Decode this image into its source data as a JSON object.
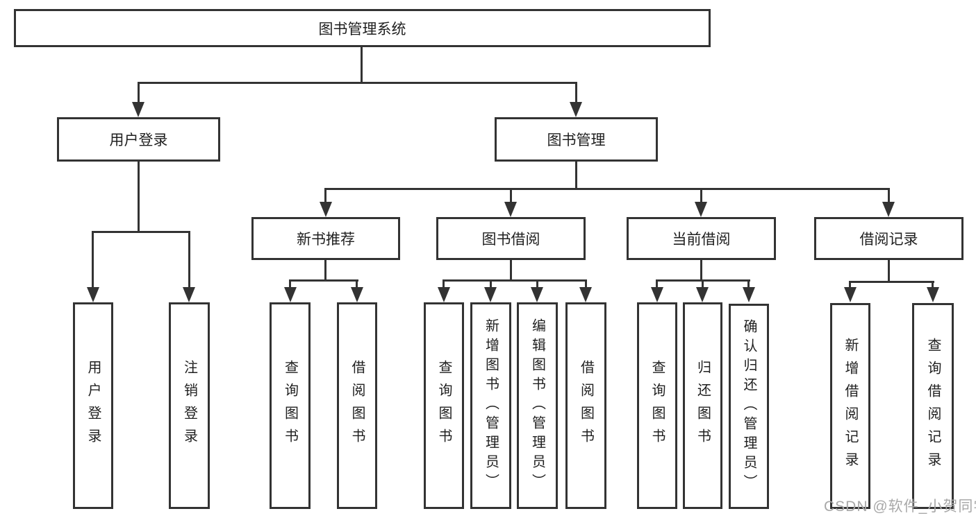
{
  "title": "图书管理系统",
  "level1": {
    "user_login": "用户登录",
    "book_mgmt": "图书管理"
  },
  "level2": {
    "new_books": "新书推荐",
    "book_borrow": "图书借阅",
    "current_borrow": "当前借阅",
    "borrow_records": "借阅记录"
  },
  "leaves": {
    "user_login": [
      "用户登录",
      "注销登录"
    ],
    "new_books": [
      "查询图书",
      "借阅图书"
    ],
    "book_borrow": [
      "查询图书",
      "新增图书（管理员）",
      "编辑图书（管理员）",
      "借阅图书"
    ],
    "current_borrow": [
      "查询图书",
      "归还图书",
      "确认归还（管理员）"
    ],
    "borrow_records": [
      "新增借阅记录",
      "查询借阅记录"
    ]
  },
  "watermark": "CSDN @软件_小贺同学",
  "colors": {
    "line": "#333333",
    "text": "#1f1f1f",
    "box_background": "#ffffff",
    "watermark": "#a8a8a8",
    "background": "#ffffff"
  }
}
